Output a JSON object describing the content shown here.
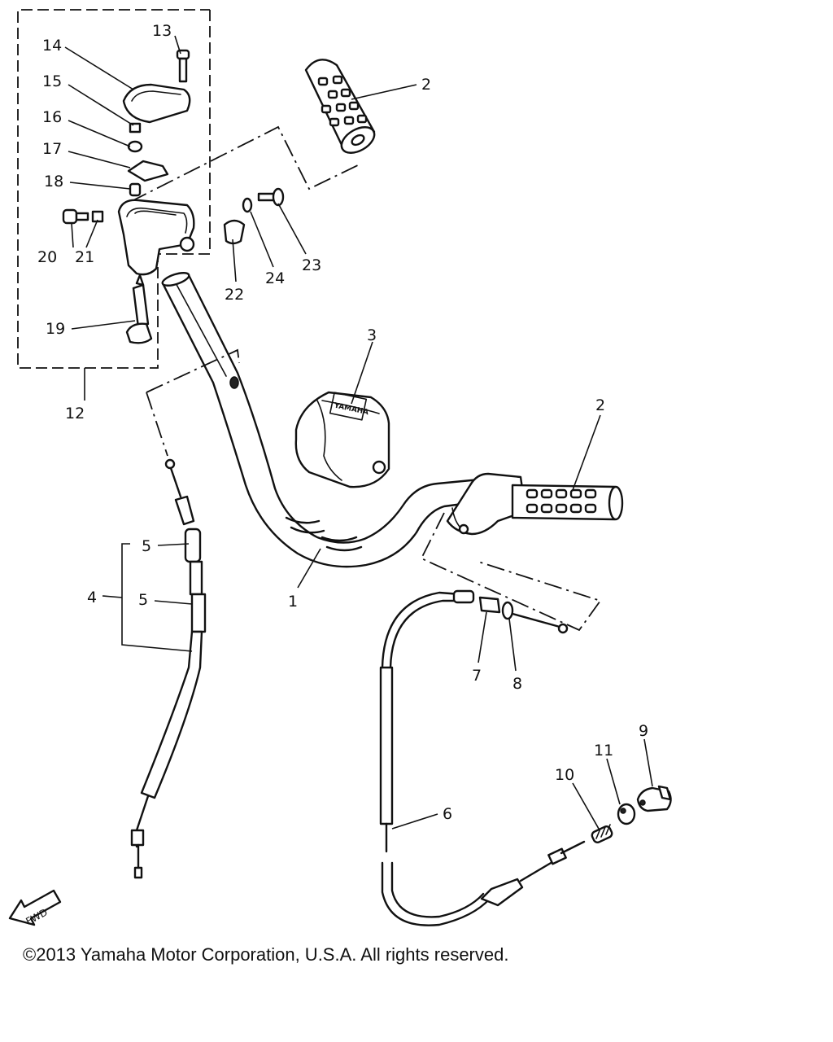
{
  "callouts": {
    "c1": "1",
    "c2a": "2",
    "c2b": "2",
    "c3": "3",
    "c4": "4",
    "c5a": "5",
    "c5b": "5",
    "c6": "6",
    "c7": "7",
    "c8": "8",
    "c9": "9",
    "c10": "10",
    "c11": "11",
    "c12": "12",
    "c13": "13",
    "c14": "14",
    "c15": "15",
    "c16": "16",
    "c17": "17",
    "c18": "18",
    "c19": "19",
    "c20": "20",
    "c21": "21",
    "c22": "22",
    "c23": "23",
    "c24": "24"
  },
  "arrow_text": "FWD",
  "cover_lettering": "YAMAHA",
  "copyright": "©2013 Yamaha Motor Corporation, U.S.A. All rights reserved."
}
